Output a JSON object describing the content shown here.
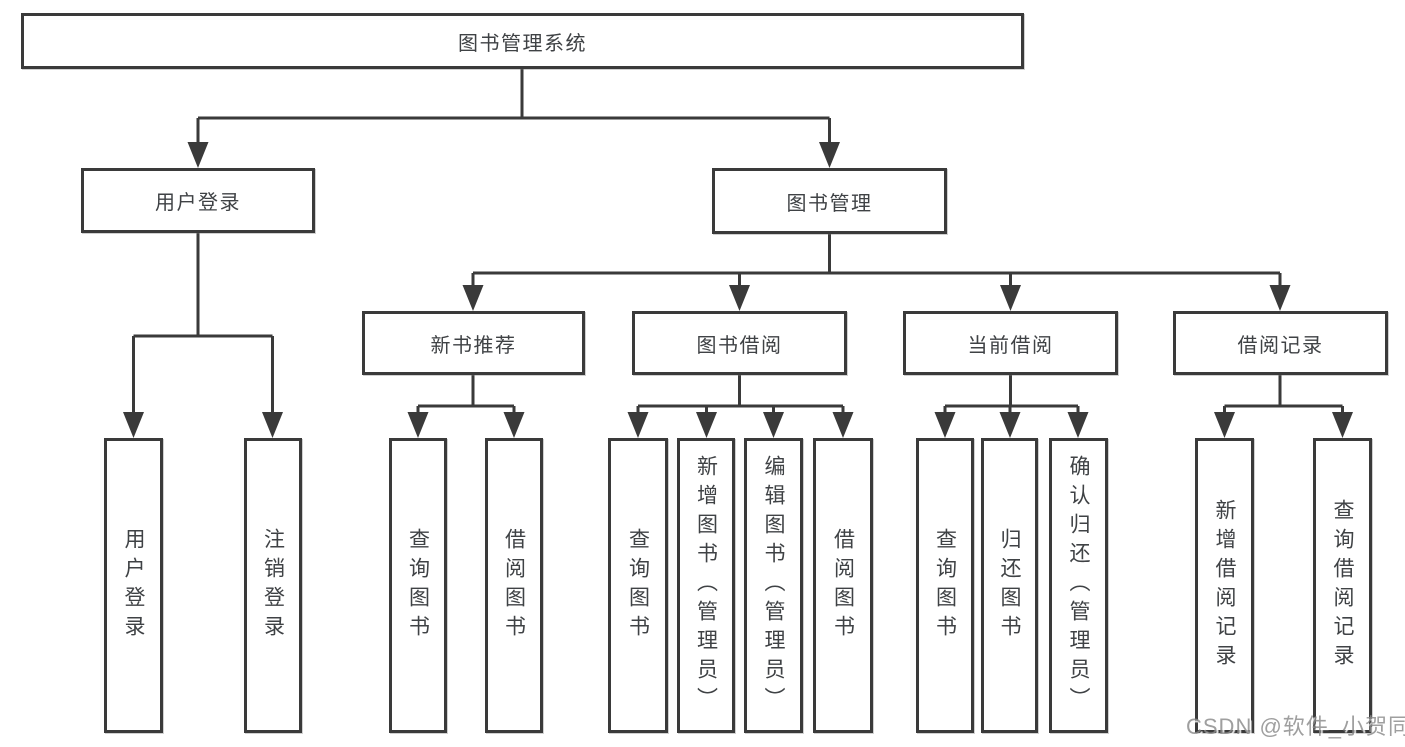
{
  "diagram": {
    "root": {
      "label": "图书管理系统"
    },
    "branches": [
      {
        "label": "用户登录",
        "children": [
          "用户登录",
          "注销登录"
        ]
      },
      {
        "label": "图书管理",
        "groups": [
          {
            "label": "新书推荐",
            "children": [
              "查询图书",
              "借阅图书"
            ]
          },
          {
            "label": "图书借阅",
            "children": [
              "查询图书",
              "新增图书（管理员）",
              "编辑图书（管理员）",
              "借阅图书"
            ]
          },
          {
            "label": "当前借阅",
            "children": [
              "查询图书",
              "归还图书",
              "确认归还（管理员）"
            ]
          },
          {
            "label": "借阅记录",
            "children": [
              "新增借阅记录",
              "查询借阅记录"
            ]
          }
        ]
      }
    ]
  },
  "watermark": {
    "text": "CSDN @软件_小贺同学"
  },
  "colors": {
    "line": "#3a3a3a",
    "box_border": "#3a3a3a",
    "box_fill": "#ffffff",
    "text": "#3f4245",
    "watermark": "#8a8a8a",
    "background": "#ffffff"
  }
}
